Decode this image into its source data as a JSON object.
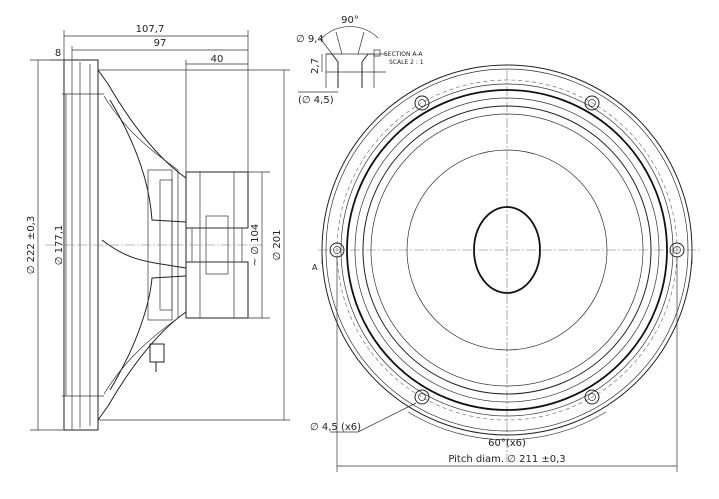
{
  "dims": {
    "overall_depth": "107,7",
    "depth_97": "97",
    "magnet_40": "40",
    "flange_8": "8",
    "diameter_222": "∅ 222 ±0,3",
    "diameter_177": "∅ 177,1",
    "diameter_104": "~ ∅ 104",
    "diameter_201": "∅ 201",
    "hole_dia_section": "∅ 9,4",
    "depth_2_7": "2,7",
    "hole_4_5_ref": "(∅ 4,5)",
    "angle_90": "90°",
    "mount_holes": "∅ 4,5 (x6)",
    "angle_60": "60°(x6)",
    "pitch_diam": "Pitch diam.  ∅ 211 ±0,3"
  },
  "section": {
    "title": "SECTION A-A",
    "scale": "SCALE 2 : 1",
    "marker": "A"
  }
}
